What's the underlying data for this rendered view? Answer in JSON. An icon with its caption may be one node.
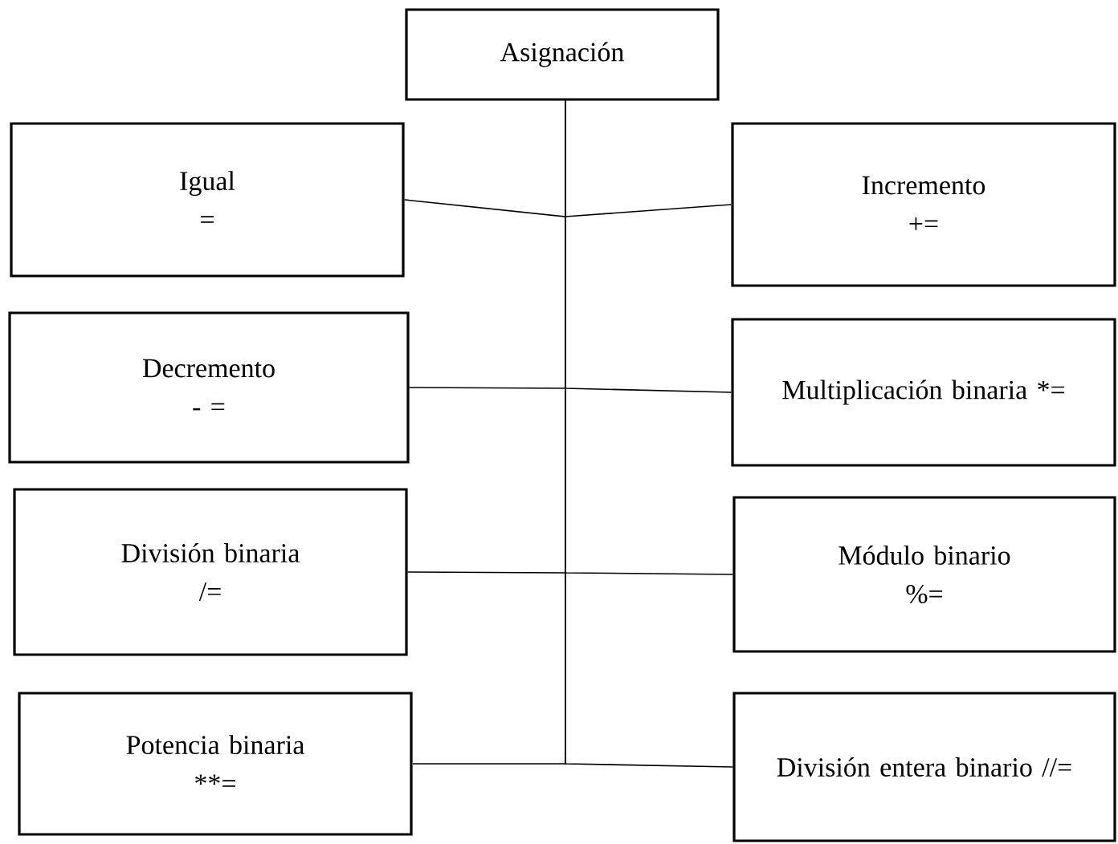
{
  "diagram": {
    "nodes": [
      {
        "text": [
          "Asignación"
        ]
      },
      {
        "text": [
          "Igual",
          "="
        ]
      },
      {
        "text": [
          "Incremento",
          "+="
        ]
      },
      {
        "text": [
          "Decremento",
          "-     ="
        ]
      },
      {
        "text": [
          "Multiplicación binaria *="
        ]
      },
      {
        "text": [
          "División binaria",
          "/="
        ]
      },
      {
        "text": [
          "Módulo binario",
          "%="
        ]
      },
      {
        "text": [
          "Potencia binaria",
          "**="
        ]
      },
      {
        "text": [
          "División entera binario //="
        ]
      }
    ],
    "edges": [
      {
        "from": 0,
        "to": 1,
        "arrow": "none"
      },
      {
        "from": 0,
        "to": 2,
        "arrow": "none"
      },
      {
        "from": 0,
        "to": 3,
        "arrow": "none"
      },
      {
        "from": 0,
        "to": 4,
        "arrow": "none"
      },
      {
        "from": 0,
        "to": 5,
        "arrow": "none"
      },
      {
        "from": 0,
        "to": 6,
        "arrow": "none"
      },
      {
        "from": 0,
        "to": 7,
        "arrow": "none"
      },
      {
        "from": 0,
        "to": 8,
        "arrow": "none"
      }
    ]
  }
}
